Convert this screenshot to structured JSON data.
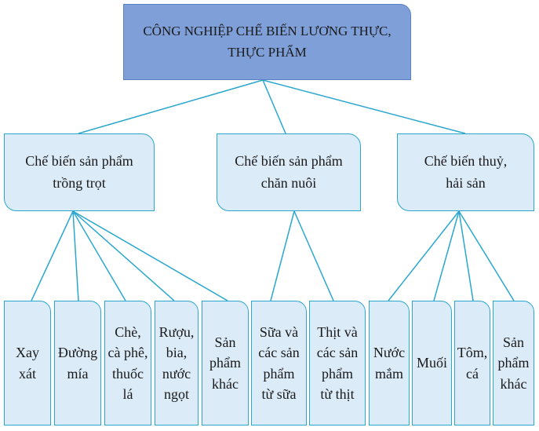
{
  "root": {
    "label": "CÔNG NGHIỆP CHẾ BIẾN LƯƠNG THỰC,\nTHỰC PHẨM"
  },
  "categories": [
    {
      "label": "Chế biến sản phẩm\ntrồng trọt"
    },
    {
      "label": "Chế biến sản phẩm\nchăn nuôi"
    },
    {
      "label": "Chế biến thuỷ,\nhải sản"
    }
  ],
  "leaves": [
    {
      "label": "Xay\nxát"
    },
    {
      "label": "Đường\nmía"
    },
    {
      "label": "Chè,\ncà phê,\nthuốc\nlá"
    },
    {
      "label": "Rượu,\nbia,\nnước\nngọt"
    },
    {
      "label": "Sản\nphẩm\nkhác"
    },
    {
      "label": "Sữa và\ncác sản\nphẩm\ntừ sữa"
    },
    {
      "label": "Thịt và\ncác sản\nphẩm\ntừ thịt"
    },
    {
      "label": "Nước\nmắm"
    },
    {
      "label": "Muối"
    },
    {
      "label": "Tôm,\ncá"
    },
    {
      "label": "Sản\nphẩm\nkhác"
    }
  ],
  "colors": {
    "connector": "#2aa7cf",
    "root_fill": "#7f9fd8",
    "box_fill": "#dcebf8"
  }
}
